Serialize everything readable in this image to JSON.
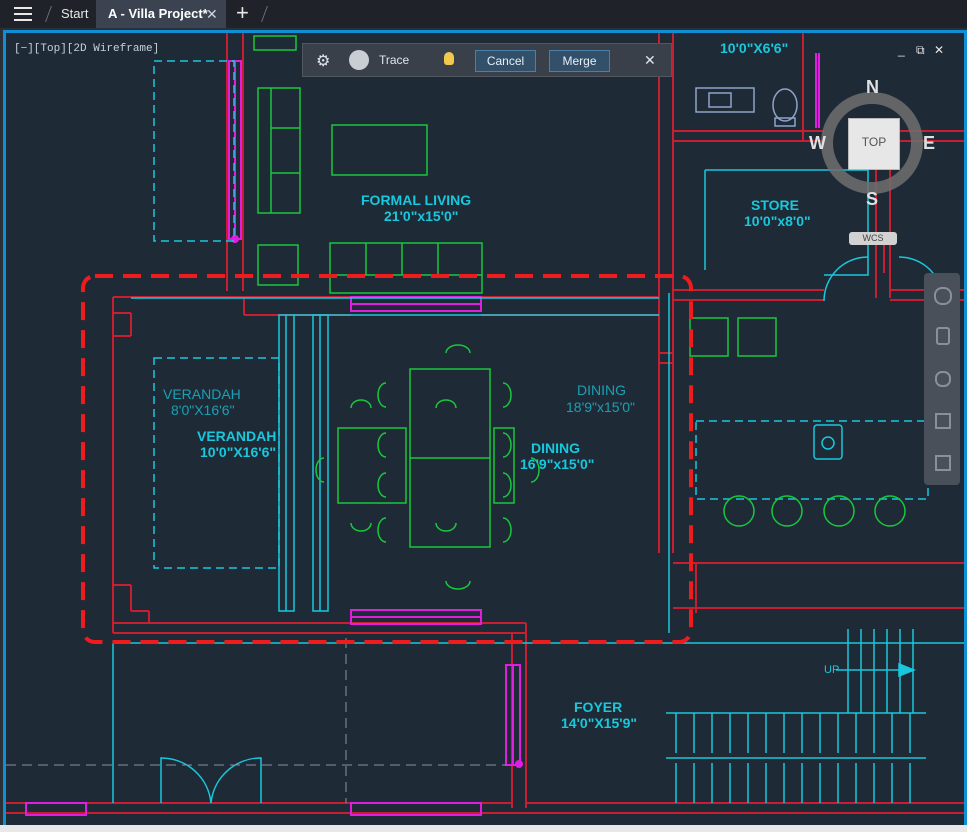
{
  "tabs": {
    "menu_icon": "hamburger-icon",
    "start": "Start",
    "active": "A - Villa Project*",
    "close_glyph": "✕",
    "new_glyph": "+"
  },
  "viewport": {
    "label": "[−][Top][2D Wireframe]",
    "controls": [
      "_",
      "⧉",
      "✕"
    ]
  },
  "trace_toolbar": {
    "trace_label": "Trace",
    "cancel_label": "Cancel",
    "merge_label": "Merge",
    "close_glyph": "✕"
  },
  "rooms": {
    "bath_size": "10'0\"X6'6\"",
    "formal_living_name": "FORMAL LIVING",
    "formal_living_size": "21'0\"x15'0\"",
    "store_name": "STORE",
    "store_size": "10'0\"x8'0\"",
    "verandah_old_name": "VERANDAH",
    "verandah_old_size": "8'0\"X16'6\"",
    "verandah_name": "VERANDAH",
    "verandah_size": "10'0\"X16'6\"",
    "dining_old_name": "DINING",
    "dining_old_size": "18'9\"x15'0\"",
    "dining_name": "DINING",
    "dining_size": "16'9\"x15'0\"",
    "foyer_name": "FOYER",
    "foyer_size": "14'0\"X15'9\"",
    "stair_label": "UP"
  },
  "viewcube": {
    "face": "TOP",
    "north": "N",
    "south": "S",
    "east": "E",
    "west": "W",
    "wcs": "WCS"
  },
  "colors": {
    "background": "#1f2a37",
    "wall": "#c81e32",
    "cyan": "#18c8dc",
    "green": "#18c83c",
    "magenta": "#e01ee0",
    "dashed_red": "#ee1c1c",
    "viewport_border": "#0f8fd6"
  }
}
